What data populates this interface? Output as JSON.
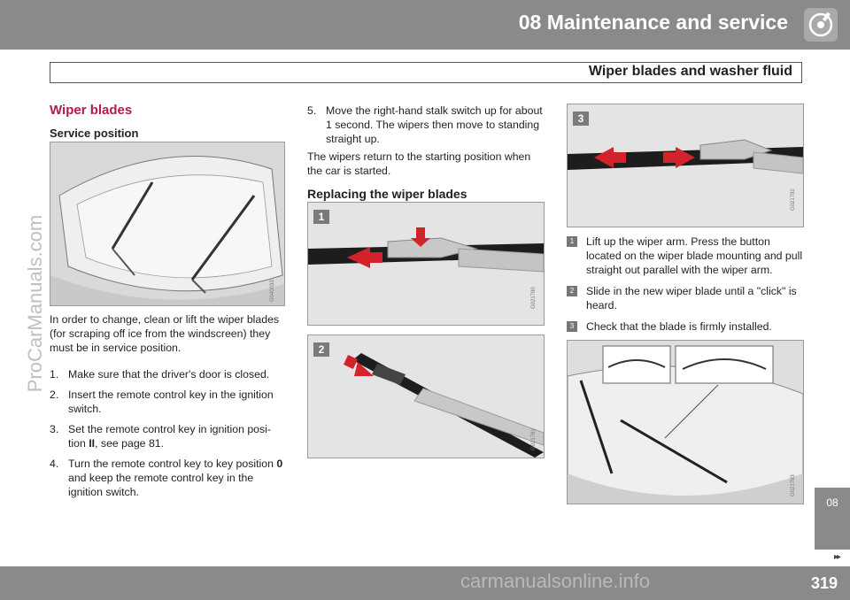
{
  "header": {
    "chapter_title": "08 Maintenance and service",
    "icon": "wrench-gear-icon"
  },
  "section": {
    "title": "Wiper blades and washer fluid"
  },
  "side_tab": {
    "label": "08",
    "next_symbol": "▸▸"
  },
  "footer": {
    "page_number": "319"
  },
  "watermarks": {
    "side": "ProCarManuals.com",
    "bottom": "carmanualsonline.info"
  },
  "left": {
    "heading": "Wiper blades",
    "subheading": "Service position",
    "figure_code": "G040033",
    "intro": "In order to change, clean or lift the wiper blades (for scraping off ice from the windscreen) they must be in service position.",
    "steps": [
      {
        "num": "1.",
        "pre": "Make sure that the driver's door is closed.",
        "bold": "",
        "post": ""
      },
      {
        "num": "2.",
        "pre": "Insert the remote control key in the ignition switch.",
        "bold": "",
        "post": ""
      },
      {
        "num": "3.",
        "pre": "Set the remote control key in ignition posi-tion ",
        "bold": "II",
        "post": ", see page 81."
      },
      {
        "num": "4.",
        "pre": "Turn the remote control key to key position ",
        "bold": "0",
        "post": " and keep the remote control key in the ignition switch."
      }
    ]
  },
  "middle": {
    "step5_num": "5.",
    "step5": "Move the right-hand stalk switch up for about 1 second. The wipers then move to standing straight up.",
    "return_text": "The wipers return to the starting position when the car is started.",
    "heading": "Replacing the wiper blades",
    "figures": [
      {
        "badge": "1",
        "code": "G021780"
      },
      {
        "badge": "2",
        "code": "G021781"
      }
    ]
  },
  "right": {
    "figure3": {
      "badge": "3",
      "code": "G021782"
    },
    "items": [
      {
        "badge": "1",
        "text": "Lift up the wiper arm. Press the button located on the wiper blade mounting and pull straight out parallel with the wiper arm."
      },
      {
        "badge": "2",
        "text": "Slide in the new wiper blade until a \"click\" is heard."
      },
      {
        "badge": "3",
        "text": "Check that the blade is firmly installed."
      }
    ],
    "figure4_code": "G021783"
  }
}
